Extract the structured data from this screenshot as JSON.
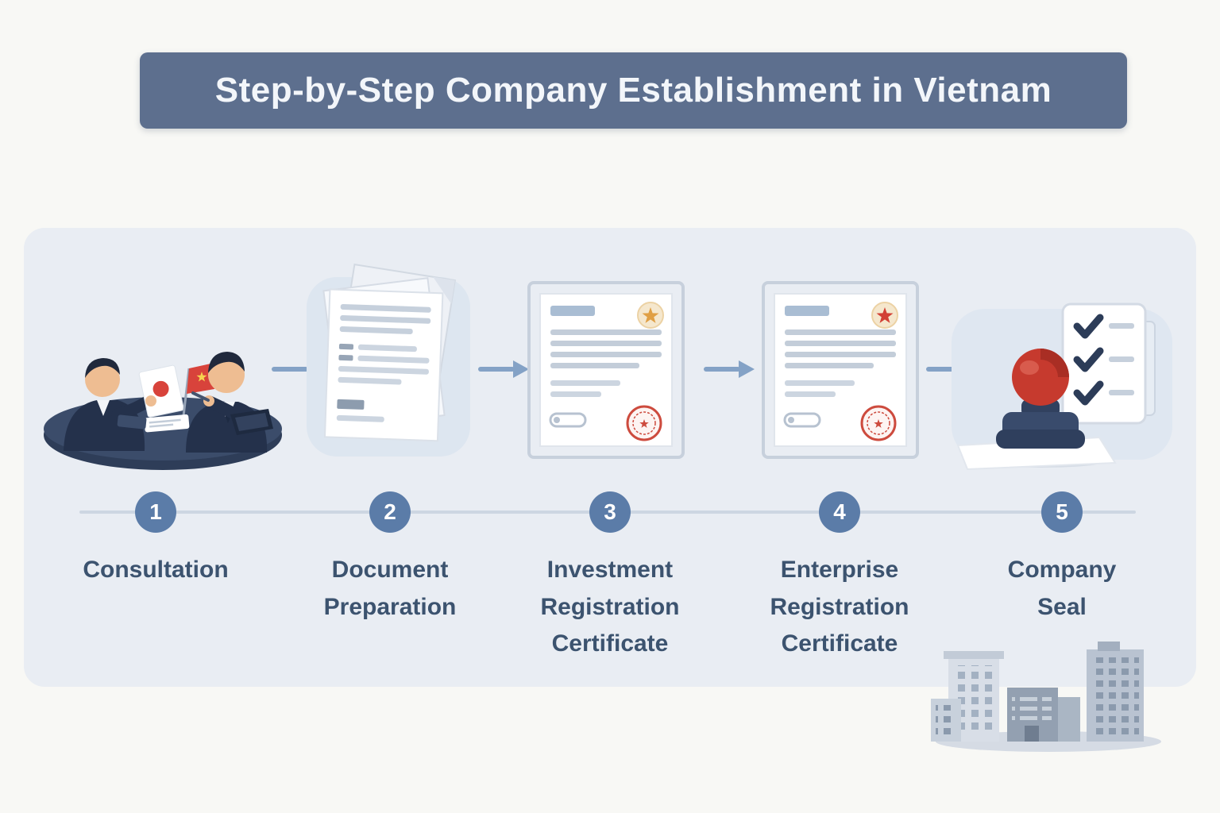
{
  "title": "Step-by-Step Company Establishment in Vietnam",
  "steps": [
    {
      "number": "1",
      "label": "Consultation",
      "icon": "consultation-illustration"
    },
    {
      "number": "2",
      "label": "Document Preparation",
      "icon": "document-stack-illustration"
    },
    {
      "number": "3",
      "label": "Investment Registration Certificate",
      "icon": "investment-certificate-illustration"
    },
    {
      "number": "4",
      "label": "Enterprise Registration Certificate",
      "icon": "enterprise-certificate-illustration"
    },
    {
      "number": "5",
      "label": "Company Seal",
      "icon": "company-seal-illustration"
    }
  ],
  "connectors": {
    "arrow_icon": "right-arrow-icon"
  },
  "decor": {
    "bottom_right_icon": "city-buildings-illustration"
  },
  "colors": {
    "background": "#f8f8f5",
    "title_banner": "#5d6f8e",
    "title_text": "#f3f6fa",
    "panel": "#e9edf3",
    "step_circle": "#5b7ca8",
    "step_number": "#ffffff",
    "timeline_line": "#cdd6e2",
    "label_text": "#3c536f",
    "arrow": "#84a2c6",
    "flag_red": "#d8433b",
    "seal_red": "#c63a2e"
  }
}
